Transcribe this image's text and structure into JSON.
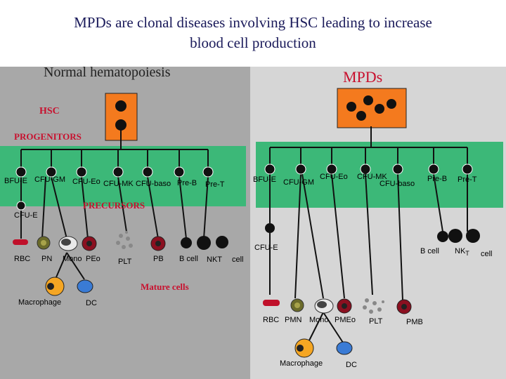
{
  "title_line1": "MPDs are clonal diseases involving HSC leading to increase",
  "title_line2": "blood cell production",
  "normal_heading": "Normal hematopoiesis",
  "mpd_heading": "MPDs",
  "left": {
    "hsc": "HSC",
    "progenitors": "PROGENITORS",
    "precursors": "PRECURSORS",
    "mature": "Mature cells",
    "prog": [
      "BFU-E",
      "CFU-GM",
      "CFU-Eo",
      "CFU-MK",
      "CFU-baso",
      "Pre-B",
      "Pre-T"
    ],
    "cfu_e": "CFU-E",
    "prec": [
      "RBC",
      "PN",
      "Mono",
      "PEo",
      "PLT",
      "PB",
      "B cell",
      "NKT",
      "cell"
    ],
    "macrophage": "Macrophage",
    "dc": "DC"
  },
  "right": {
    "prog": [
      "BFU-E",
      "CFU-GM",
      "CFU-Eo",
      "CFU-MK",
      "CFU-baso",
      "Pre-B",
      "Pre-T"
    ],
    "cfu_e": "CFU-E",
    "bcell": "B cell",
    "nk": "NK",
    "nk_sub": "T",
    "cell": "cell",
    "prec": [
      "RBC",
      "PMN",
      "Mono",
      "PMEo",
      "PLT",
      "PMB"
    ],
    "macrophage": "Macrophage",
    "dc": "DC"
  },
  "colors": {
    "hsc_box": "#f47a1e",
    "progenitor_band": "#3cb878",
    "red_label": "#c8102e",
    "macrophage": "#f5a623",
    "dc": "#3a7bd5"
  }
}
